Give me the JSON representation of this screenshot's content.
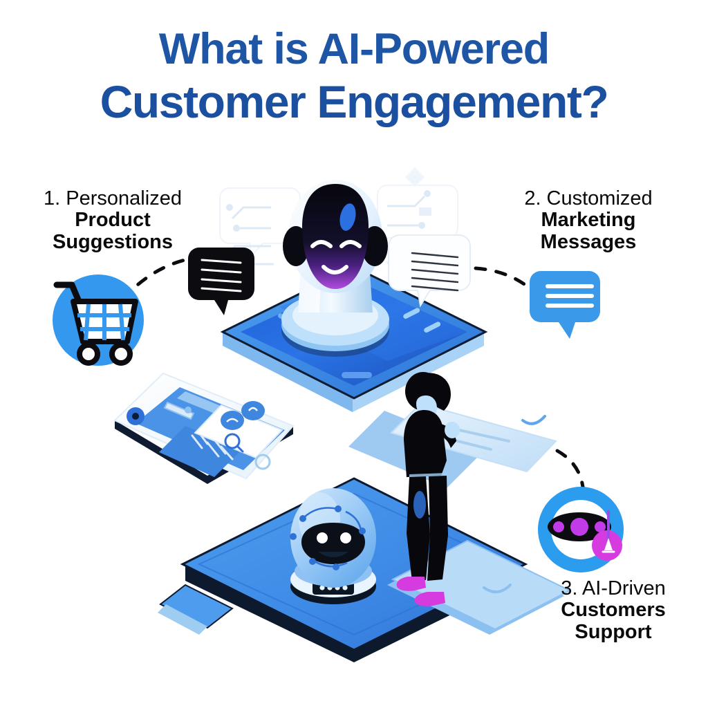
{
  "title": {
    "line1": "What is AI-Powered",
    "line2": "Customer Engagement?",
    "color": "#1b4fa0"
  },
  "callouts": [
    {
      "id": "personalized-product-suggestions",
      "number": "1.",
      "line1": "1. Personalized",
      "line2": "Product",
      "line3": "Suggestions",
      "icon": "shopping-cart-icon",
      "icon_color": "#3499EE"
    },
    {
      "id": "customized-marketing-messages",
      "number": "2.",
      "line1": "2. Customized",
      "line2": "Marketing",
      "line3": "Messages",
      "icon": "chat-bubble-icon",
      "icon_color": "#3B99EA"
    },
    {
      "id": "ai-driven-customers-support",
      "number": "3.",
      "line1": "3. AI-Driven",
      "line2": "Customers",
      "line3": "Support",
      "icon": "robot-head-badge-icon",
      "icon_color": "#2C9CEF"
    }
  ],
  "illustration": {
    "central_robot": "ai-robot-head",
    "central_device": "isometric-tablet",
    "left_device": "isometric-smartphone",
    "bottom_robot": "assistant-robot",
    "bottom_device": "isometric-tablet-large",
    "person": "standing-woman",
    "dark_bubble": "dark-speech-bubble",
    "outline_bubble": "outline-speech-bubble",
    "ghost_bubble": "ghost-speech-bubble"
  },
  "palette": {
    "title_blue": "#1b4fa0",
    "accent_blue": "#2F8FE8",
    "device_blue": "#2C6FE0",
    "light_blue": "#9FD0F5",
    "pale_blue": "#D8ECFB",
    "magenta": "#D63BE0",
    "purple": "#8A2BE2",
    "dark": "#0B0B10",
    "white": "#FFFFFF"
  }
}
